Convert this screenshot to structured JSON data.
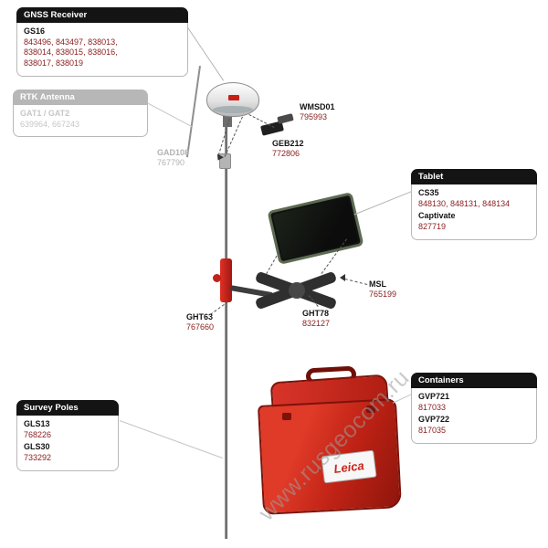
{
  "watermark": "www.rusgeocom.ru",
  "boxes": {
    "gnss_receiver": {
      "title": "GNSS Receiver",
      "model": "GS16",
      "parts": "843496, 843497, 838013,\n838014, 838015, 838016,\n838017, 838019"
    },
    "rtk_antenna": {
      "title": "RTK Antenna",
      "model": "GAT1 / GAT2",
      "parts": "639964, 667243"
    },
    "tablet": {
      "title": "Tablet",
      "model1": "CS35",
      "parts1": "848130, 848131, 848134",
      "model2": "Captivate",
      "parts2": "827719"
    },
    "survey_poles": {
      "title": "Survey Poles",
      "model1": "GLS13",
      "parts1": "768226",
      "model2": "GLS30",
      "parts2": "733292"
    },
    "containers": {
      "title": "Containers",
      "model1": "GVP721",
      "parts1": "817033",
      "model2": "GVP722",
      "parts2": "817035"
    }
  },
  "labels": {
    "gad108": {
      "model": "GAD108",
      "part": "767790"
    },
    "wmsd01": {
      "model": "WMSD01",
      "part": "795993"
    },
    "geb212": {
      "model": "GEB212",
      "part": "772806"
    },
    "msl": {
      "model": "MSL",
      "part": "765199"
    },
    "ght63": {
      "model": "GHT63",
      "part": "767660"
    },
    "ght78": {
      "model": "GHT78",
      "part": "832127"
    }
  },
  "case_logo": "Leica",
  "colors": {
    "accent_red": "#c8271c",
    "part_number_red": "#8b2020",
    "header_black": "#141414"
  }
}
